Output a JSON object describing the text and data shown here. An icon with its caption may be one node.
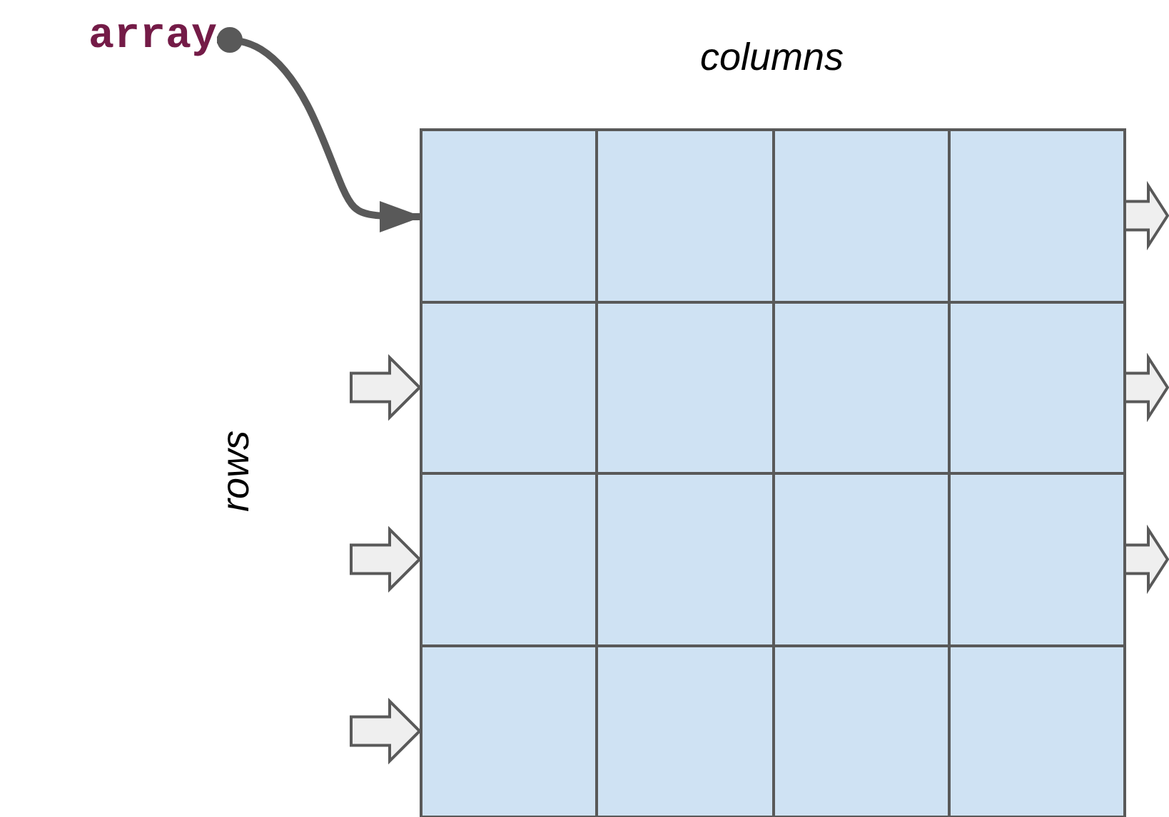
{
  "diagram": {
    "nodes": [
      {
        "text": [
          "array"
        ]
      },
      {
        "text": [],
        "shape": "box"
      },
      {
        "text": [],
        "shape": "box"
      },
      {
        "text": [],
        "shape": "box"
      },
      {
        "text": [],
        "shape": "box"
      },
      {
        "text": [],
        "shape": "box"
      },
      {
        "text": [],
        "shape": "box"
      },
      {
        "text": [],
        "shape": "box"
      },
      {
        "text": [],
        "shape": "box"
      },
      {
        "text": [],
        "shape": "box"
      },
      {
        "text": [],
        "shape": "box"
      },
      {
        "text": [],
        "shape": "box"
      },
      {
        "text": [],
        "shape": "box"
      },
      {
        "text": [],
        "shape": "box"
      },
      {
        "text": [],
        "shape": "box"
      },
      {
        "text": [],
        "shape": "box"
      },
      {
        "text": [],
        "shape": "box"
      }
    ],
    "edges": [
      {
        "from": 0,
        "to": 1,
        "arrow": "to"
      },
      {
        "from": 4,
        "to": null,
        "arrow": "to",
        "style": "thick"
      },
      {
        "from": 8,
        "to": null,
        "arrow": "to",
        "style": "thick"
      },
      {
        "from": 12,
        "to": null,
        "arrow": "to",
        "style": "thick"
      },
      {
        "from": null,
        "to": 5,
        "arrow": "to",
        "style": "thick"
      },
      {
        "from": null,
        "to": 9,
        "arrow": "to",
        "style": "thick"
      },
      {
        "from": null,
        "to": 13,
        "arrow": "to",
        "style": "thick"
      }
    ],
    "labels": [
      "columns",
      "rows"
    ]
  }
}
